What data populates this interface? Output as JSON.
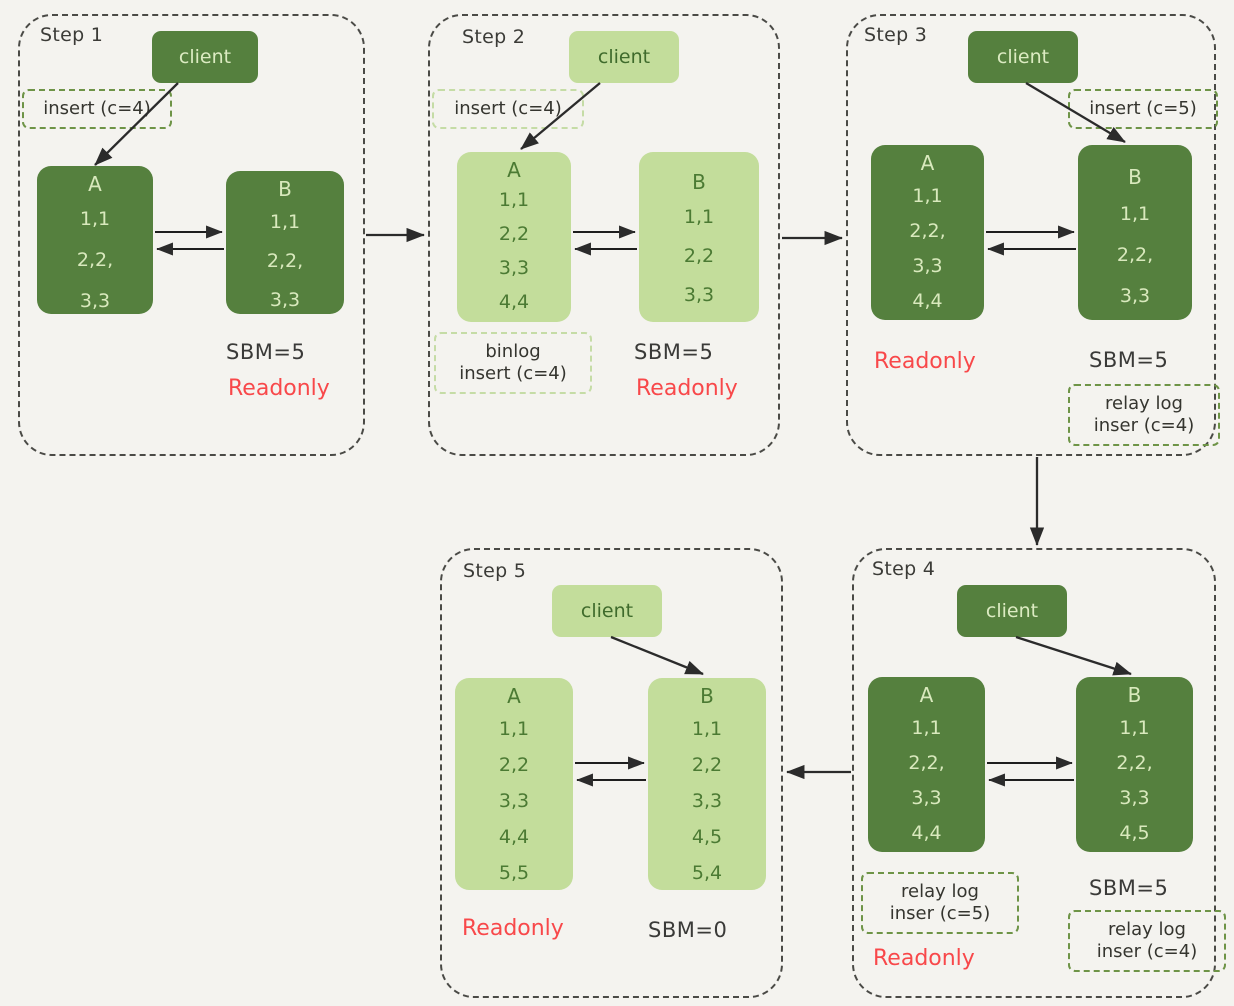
{
  "diagram": {
    "title": "MySQL master-slave replication readonly / SBM walkthrough",
    "background_color": "#F4F3EF",
    "colors": {
      "node_dark": "#55803E",
      "node_light": "#C3DD9B",
      "text_on_dark": "#D9E9BD",
      "text_on_light": "#4B7A33",
      "panel_dash": "#4A4A46",
      "annotation_border": "#6E9447",
      "annotation_border_pale": "#C5DCA6",
      "readonly_red": "#F8484A",
      "sbm_text": "#3A3A38",
      "arrow": "#2B2B2B"
    },
    "client_label": "client",
    "steps": [
      {
        "id": "step1",
        "label": "Step 1",
        "client_shade": "dark",
        "client_arrow_target": "A",
        "annotations": [
          {
            "id": "s1-insert",
            "lines": [
              "insert (c=4)"
            ],
            "shade": "strong"
          }
        ],
        "nodes": [
          {
            "name": "A",
            "shade": "dark",
            "rows": [
              "1,1",
              "2,2,",
              "3,3"
            ]
          },
          {
            "name": "B",
            "shade": "dark",
            "rows": [
              "1,1",
              "2,2,",
              "3,3"
            ]
          }
        ],
        "sbm": "SBM=5",
        "readonly": "Readonly"
      },
      {
        "id": "step2",
        "label": "Step 2",
        "client_shade": "light",
        "client_arrow_target": "A",
        "annotations": [
          {
            "id": "s2-insert",
            "lines": [
              "insert (c=4)"
            ],
            "shade": "pale"
          },
          {
            "id": "s2-binlog",
            "lines": [
              "binlog",
              "insert (c=4)"
            ],
            "shade": "pale"
          }
        ],
        "nodes": [
          {
            "name": "A",
            "shade": "light",
            "rows": [
              "1,1",
              "2,2",
              "3,3",
              "4,4"
            ]
          },
          {
            "name": "B",
            "shade": "light",
            "rows": [
              "1,1",
              "2,2",
              "3,3"
            ]
          }
        ],
        "sbm": "SBM=5",
        "readonly": "Readonly"
      },
      {
        "id": "step3",
        "label": "Step 3",
        "client_shade": "dark",
        "client_arrow_target": "B",
        "annotations": [
          {
            "id": "s3-insert",
            "lines": [
              "insert (c=5)"
            ],
            "shade": "strong"
          },
          {
            "id": "s3-relay",
            "lines": [
              "relay log",
              "inser (c=4)"
            ],
            "shade": "strong"
          }
        ],
        "nodes": [
          {
            "name": "A",
            "shade": "dark",
            "rows": [
              "1,1",
              "2,2,",
              "3,3",
              "4,4"
            ]
          },
          {
            "name": "B",
            "shade": "dark",
            "rows": [
              "1,1",
              "2,2,",
              "3,3"
            ]
          }
        ],
        "sbm": "SBM=5",
        "readonly": "Readonly"
      },
      {
        "id": "step4",
        "label": "Step 4",
        "client_shade": "dark",
        "client_arrow_target": "B",
        "annotations": [
          {
            "id": "s4-relay-a",
            "lines": [
              "relay log",
              "inser (c=5)"
            ],
            "shade": "strong"
          },
          {
            "id": "s4-relay-b",
            "lines": [
              "relay log",
              "inser (c=4)"
            ],
            "shade": "strong"
          }
        ],
        "nodes": [
          {
            "name": "A",
            "shade": "dark",
            "rows": [
              "1,1",
              "2,2,",
              "3,3",
              "4,4"
            ]
          },
          {
            "name": "B",
            "shade": "dark",
            "rows": [
              "1,1",
              "2,2,",
              "3,3",
              "4,5"
            ]
          }
        ],
        "sbm": "SBM=5",
        "readonly": "Readonly"
      },
      {
        "id": "step5",
        "label": "Step 5",
        "client_shade": "light",
        "client_arrow_target": "B",
        "annotations": [],
        "nodes": [
          {
            "name": "A",
            "shade": "light",
            "rows": [
              "1,1",
              "2,2",
              "3,3",
              "4,4",
              "5,5"
            ]
          },
          {
            "name": "B",
            "shade": "light",
            "rows": [
              "1,1",
              "2,2",
              "3,3",
              "4,5",
              "5,4"
            ]
          }
        ],
        "sbm": "SBM=0",
        "readonly": "Readonly"
      }
    ],
    "flow": [
      {
        "from": "step1",
        "to": "step2",
        "direction": "right"
      },
      {
        "from": "step2",
        "to": "step3",
        "direction": "right"
      },
      {
        "from": "step3",
        "to": "step4",
        "direction": "down"
      },
      {
        "from": "step4",
        "to": "step5",
        "direction": "left"
      }
    ]
  }
}
